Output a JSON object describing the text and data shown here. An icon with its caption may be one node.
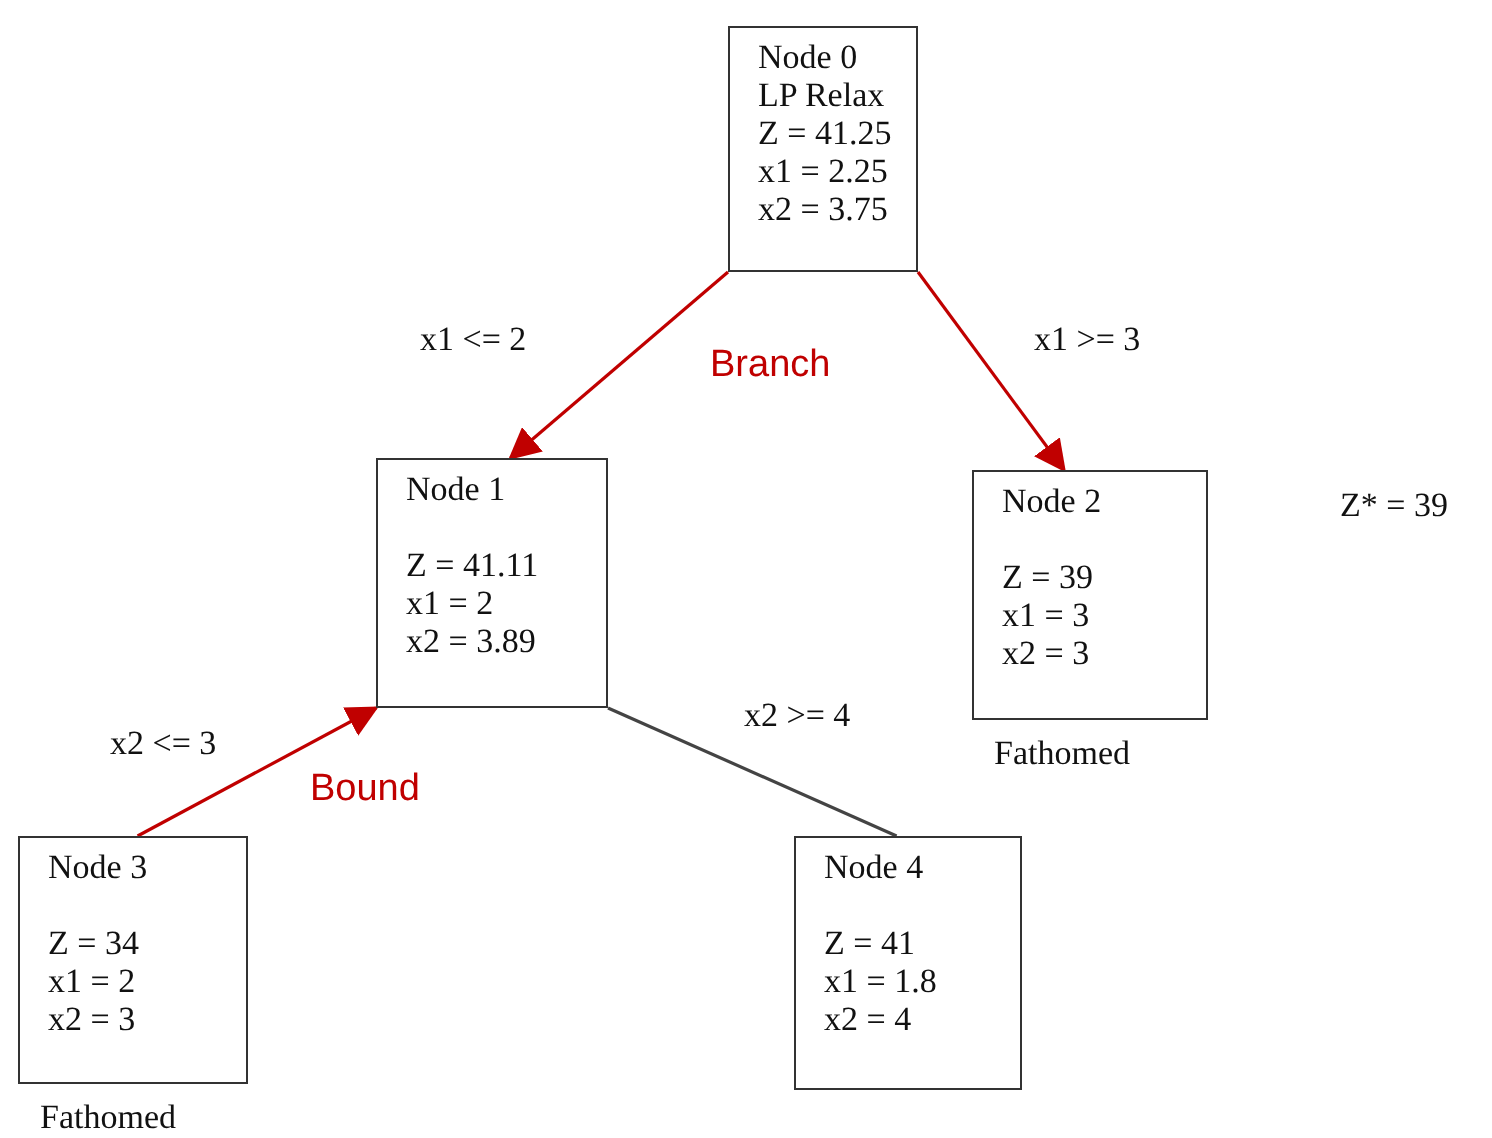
{
  "diagram": {
    "nodes": [
      {
        "text": [
          "Node 0",
          "LP Relax",
          "Z = 41.25",
          "x1 = 2.25",
          "x2 = 3.75"
        ]
      },
      {
        "text": [
          "Node 1",
          "Z = 41.11",
          "x1 = 2",
          "x2 = 3.89"
        ]
      },
      {
        "text": [
          "Node 2",
          "Z = 39",
          "x1 = 3",
          "x2 = 3"
        ],
        "beside": [
          "Fathomed"
        ]
      },
      {
        "text": [
          "Node 3",
          "Z = 34",
          "x1 = 2",
          "x2 = 3"
        ],
        "beside": [
          "Fathomed"
        ]
      },
      {
        "text": [
          "Node 4",
          "Z = 41",
          "x1 = 1.8",
          "x2 = 4"
        ]
      }
    ],
    "edges": [
      {
        "from": 0,
        "to": 1,
        "arrow": "to",
        "label": "x1 <= 2"
      },
      {
        "from": 0,
        "to": 2,
        "arrow": "to",
        "label": "x1 >= 3"
      },
      {
        "from": 3,
        "to": 1,
        "arrow": "to",
        "label": "x2 <= 3"
      },
      {
        "from": 1,
        "to": 4,
        "arrow": "none",
        "label": "x2 >= 4",
        "color": "#444444"
      }
    ],
    "labels": [
      "Branch",
      "Z* = 39",
      "Bound"
    ]
  }
}
